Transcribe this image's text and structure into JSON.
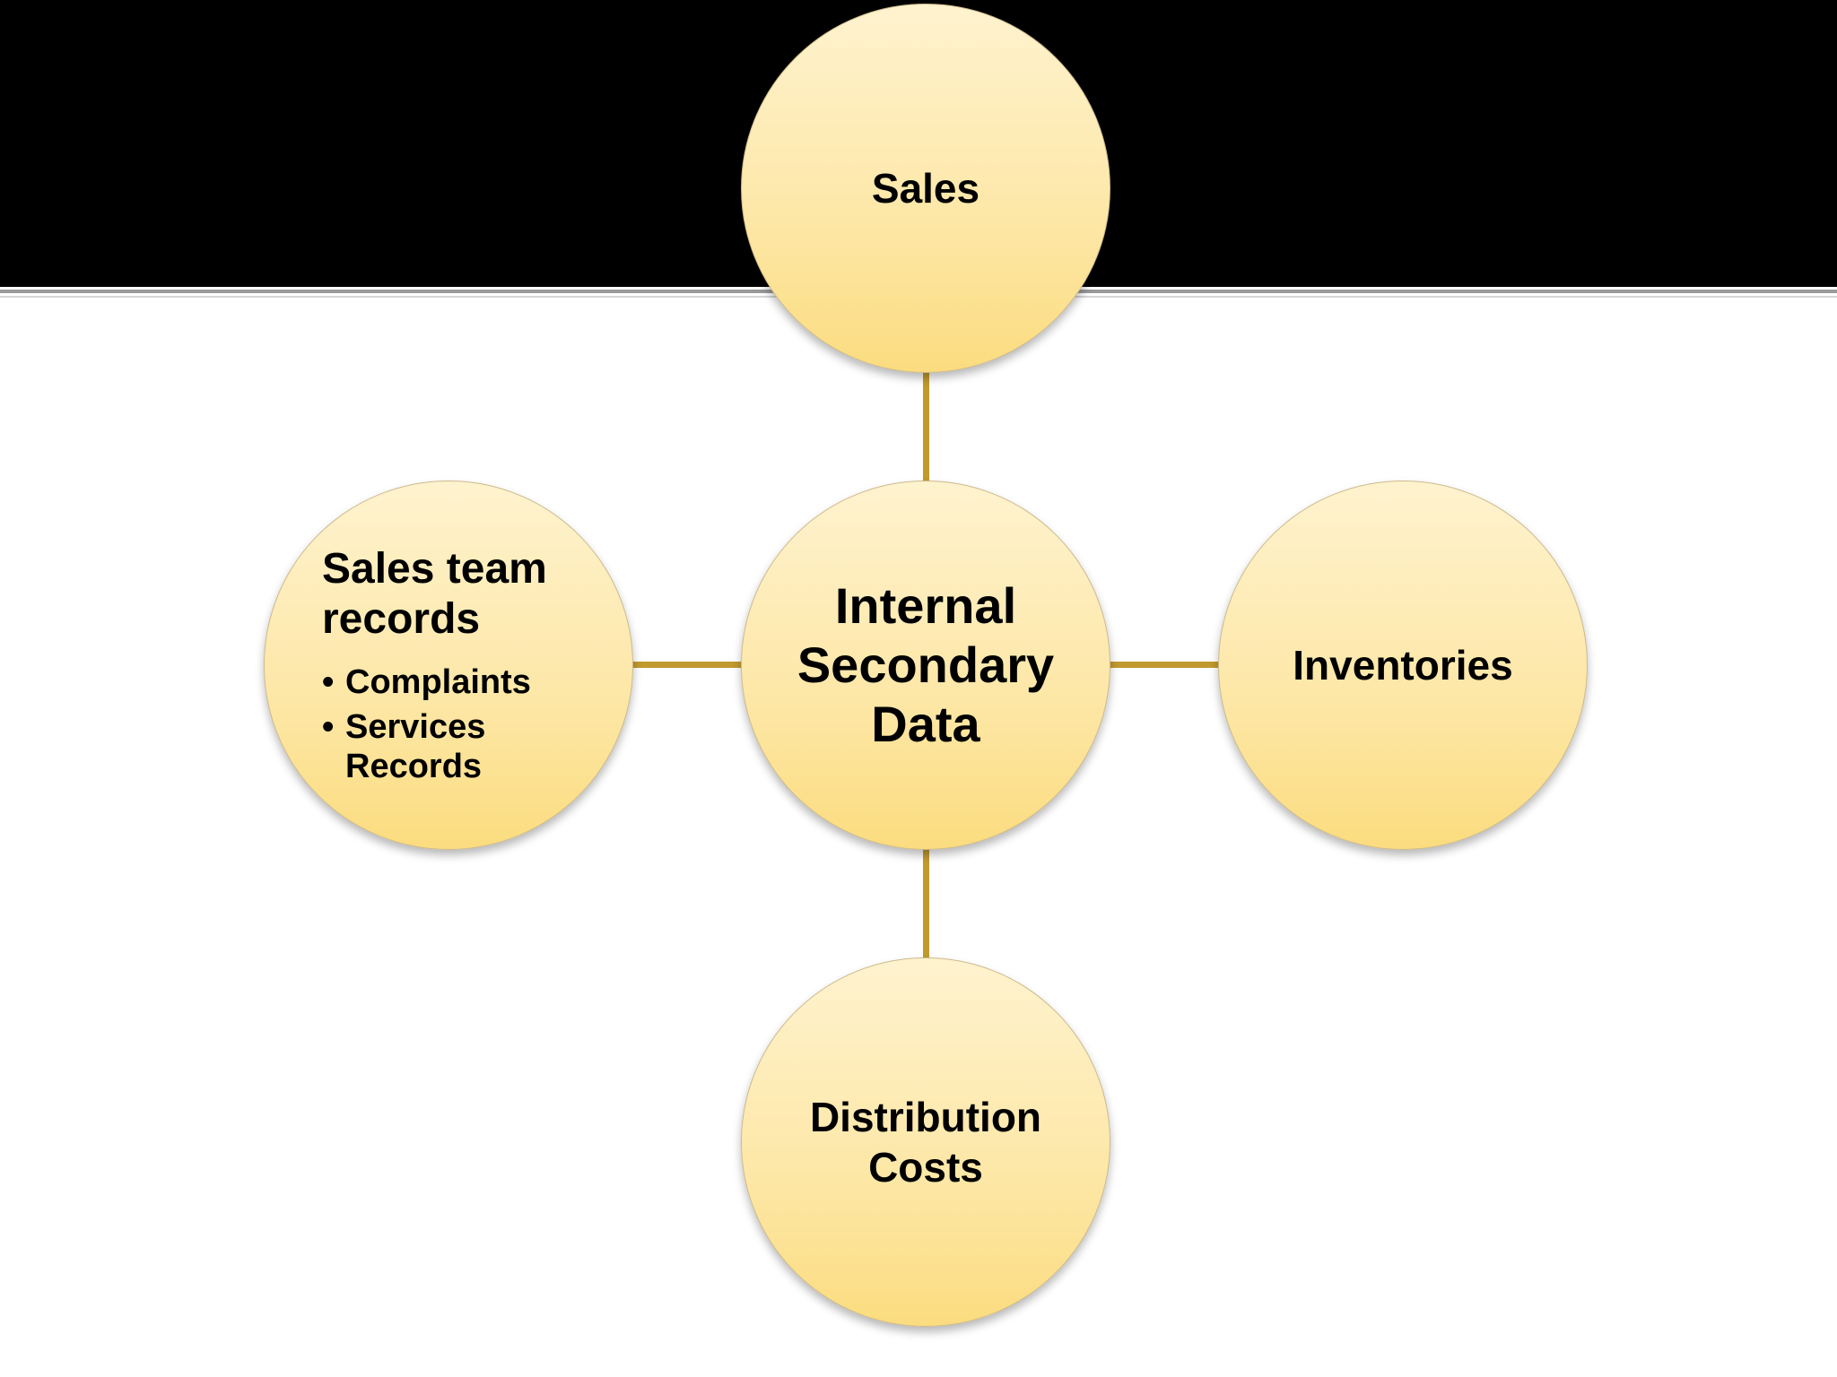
{
  "diagram": {
    "center": {
      "label": "Internal\nSecondary\nData"
    },
    "top": {
      "label": "Sales"
    },
    "right": {
      "label": "Inventories"
    },
    "bottom": {
      "label": "Distribution\nCosts"
    },
    "left": {
      "label": "Sales team\nrecords",
      "bullets": [
        "Complaints",
        "Services\nRecords"
      ]
    },
    "colors": {
      "node_fill_top": "#fff3cf",
      "node_fill_bottom": "#fbdc7f",
      "connector": "#c19a2e",
      "header_band": "#000000"
    }
  }
}
